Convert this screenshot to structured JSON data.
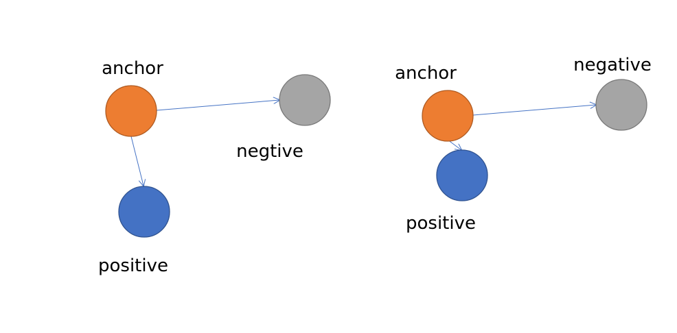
{
  "colors": {
    "anchor_fill": "#ed7d31",
    "anchor_stroke": "#ae5a21",
    "positive_fill": "#4472c4",
    "positive_stroke": "#2f528f",
    "negative_fill": "#a5a5a5",
    "negative_stroke": "#787878",
    "edge": "#4472c4"
  },
  "left_panel": {
    "anchor_label": "anchor",
    "negative_label": "negtive",
    "positive_label": "positive"
  },
  "right_panel": {
    "anchor_label": "anchor",
    "negative_label": "negative",
    "positive_label": "positive"
  }
}
